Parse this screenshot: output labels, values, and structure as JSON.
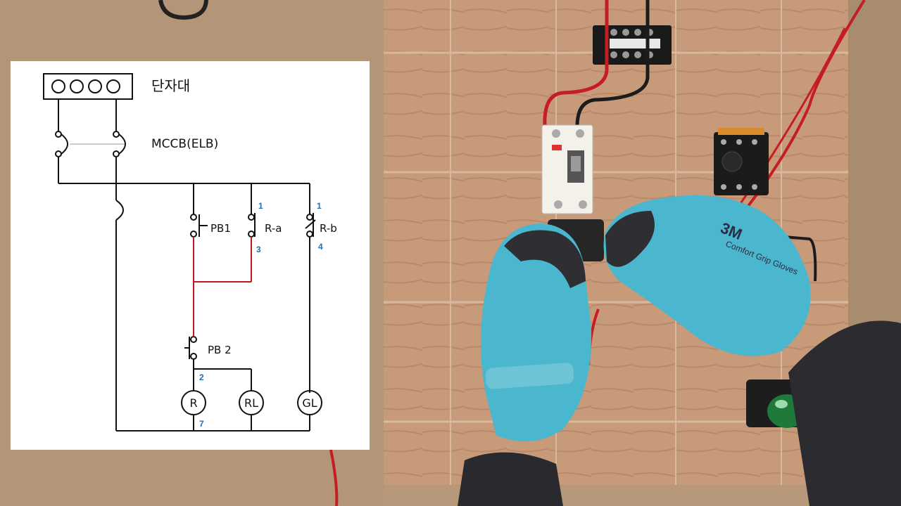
{
  "diagram": {
    "labels": {
      "terminal_block": "단자대",
      "breaker": "MCCB(ELB)",
      "pb1": "PB1",
      "ra": "R-a",
      "rb": "R-b",
      "pb2": "PB 2",
      "relay": "R",
      "red_lamp": "RL",
      "green_lamp": "GL"
    },
    "pin_numbers": {
      "ra_top": "1",
      "ra_bottom": "3",
      "rb_top": "1",
      "rb_bottom": "4",
      "relay_top": "2",
      "relay_bottom": "7"
    },
    "colors": {
      "wire": "#111111",
      "highlight_wire": "#c0181e",
      "pin_number": "#1f6fb2"
    }
  },
  "photo": {
    "glove_brand": "3M",
    "glove_text": "Comfort Grip Gloves"
  }
}
